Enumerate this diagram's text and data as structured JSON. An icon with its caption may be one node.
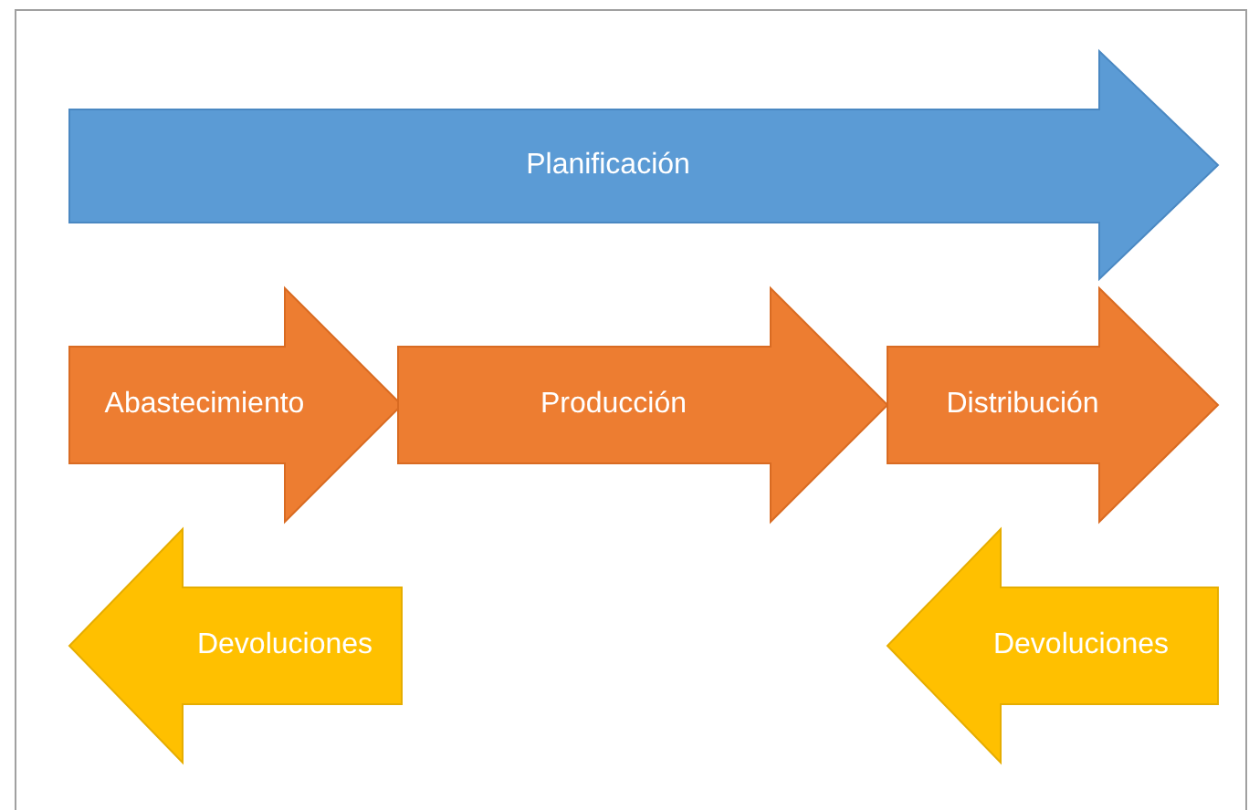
{
  "diagram": {
    "nodes": [
      {
        "text": [
          "Planificación"
        ]
      },
      {
        "text": [
          "Abastecimiento"
        ]
      },
      {
        "text": [
          "Producción"
        ]
      },
      {
        "text": [
          "Distribución"
        ]
      },
      {
        "text": [
          "Devoluciones"
        ]
      },
      {
        "text": [
          "Devoluciones"
        ]
      }
    ],
    "edges": []
  }
}
